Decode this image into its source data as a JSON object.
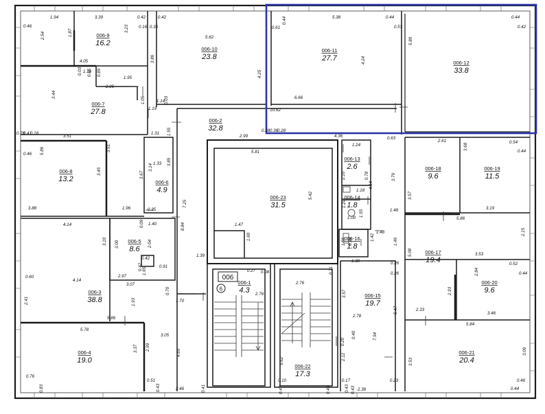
{
  "highlight_color": "#2a35a8",
  "rooms": [
    {
      "id": "006-9",
      "area": "16.2"
    },
    {
      "id": "006-10",
      "area": "23.8"
    },
    {
      "id": "006-11",
      "area": "27.7"
    },
    {
      "id": "006-12",
      "area": "33.8"
    },
    {
      "id": "006-7",
      "area": "27.8"
    },
    {
      "id": "006-2",
      "area": "32.8"
    },
    {
      "id": "006-8",
      "area": "13.2"
    },
    {
      "id": "006-6",
      "area": "4.9"
    },
    {
      "id": "006-13",
      "area": "2.6"
    },
    {
      "id": "006-23",
      "area": "31.5"
    },
    {
      "id": "006-14",
      "area": "1.8"
    },
    {
      "id": "006-18",
      "area": "9.6"
    },
    {
      "id": "006-19",
      "area": "11.5"
    },
    {
      "id": "006-5",
      "area": "8.6"
    },
    {
      "id": "006-16",
      "area": "1.8"
    },
    {
      "id": "006-17",
      "area": "19.4"
    },
    {
      "id": "006-3",
      "area": "38.8"
    },
    {
      "id": "006-1",
      "area": "4.3"
    },
    {
      "id": "006-20",
      "area": "9.6"
    },
    {
      "id": "006-15",
      "area": "19.7"
    },
    {
      "id": "006-4",
      "area": "19.0"
    },
    {
      "id": "006-22",
      "area": "17.3"
    },
    {
      "id": "006-21",
      "area": "20.4"
    }
  ],
  "stair_tag": {
    "number": "006",
    "circle": "6"
  },
  "dimensions": [
    "0.46",
    "1.94",
    "3.39",
    "0.42",
    "0.16",
    "0.35",
    "0.42",
    "2.54",
    "1.87",
    "3.23",
    "3.86",
    "5.62",
    "0.61",
    "0.44",
    "5.38",
    "0.44",
    "0.53",
    "0.44",
    "0.42",
    "4.05",
    "0.03",
    "1.16",
    "0.65",
    "0.89",
    "2.05",
    "1.95",
    "4.25",
    "4.24",
    "5.80",
    "3.44",
    "1.05",
    "1.14",
    "0.03",
    "1.19",
    "6.66",
    "10.62",
    "1.31",
    "0.78",
    "0.41",
    "0.18",
    "5.86",
    "3.51",
    "3.51",
    "1.55",
    "2.99",
    "0.28",
    "0.36",
    "0.28",
    "4.36",
    "0.63",
    "2.61",
    "3.68",
    "0.54",
    "0.44",
    "1.33",
    "3.85",
    "3.14",
    "3.67",
    "5.81",
    "1.24",
    "0.46",
    "3.45",
    "2.10",
    "3.79",
    "0.78",
    "1.18",
    "4.14",
    "3.57",
    "3.88",
    "1.96",
    "0.35",
    "1.24",
    "1.55",
    "1.48",
    "5.42",
    "7.25",
    "1.00",
    "5.86",
    "3.19",
    "4.14",
    "0.09",
    "1.40",
    "1.47",
    "1.48",
    "2.15",
    "8.84",
    "1.60",
    "1.42",
    "1.46",
    "3.10",
    "3.00",
    "2.04",
    "1.56",
    "0.39",
    "1.30",
    "5.08",
    "3.53",
    "0.26",
    "0.42",
    "0.91",
    "1.39",
    "1.65",
    "0.27",
    "0.08",
    "2.76",
    "0.71",
    "0.52",
    "0.44",
    "0.26",
    "0.60",
    "2.97",
    "3.07",
    "0.42",
    "2.76",
    "2.84",
    "2.93",
    "0.70",
    "1.93",
    "3.57",
    "4.14",
    "2.41",
    "1.70",
    "2.33",
    "3.46",
    "5.47",
    "2.78",
    "5.86",
    "5.78",
    "5.84",
    "3.05",
    "0.40",
    "7.94",
    "3.37",
    "2.99",
    "4.65",
    "0.20",
    "3.53",
    "3.09",
    "2.12",
    "5.62",
    "0.76",
    "0.51",
    "0.10",
    "0.17",
    "0.23",
    "0.83",
    "0.43",
    "2.46",
    "0.41",
    "0.47",
    "0.49",
    "0.43",
    "2.38",
    "0.46",
    "0.43",
    "0.44"
  ]
}
